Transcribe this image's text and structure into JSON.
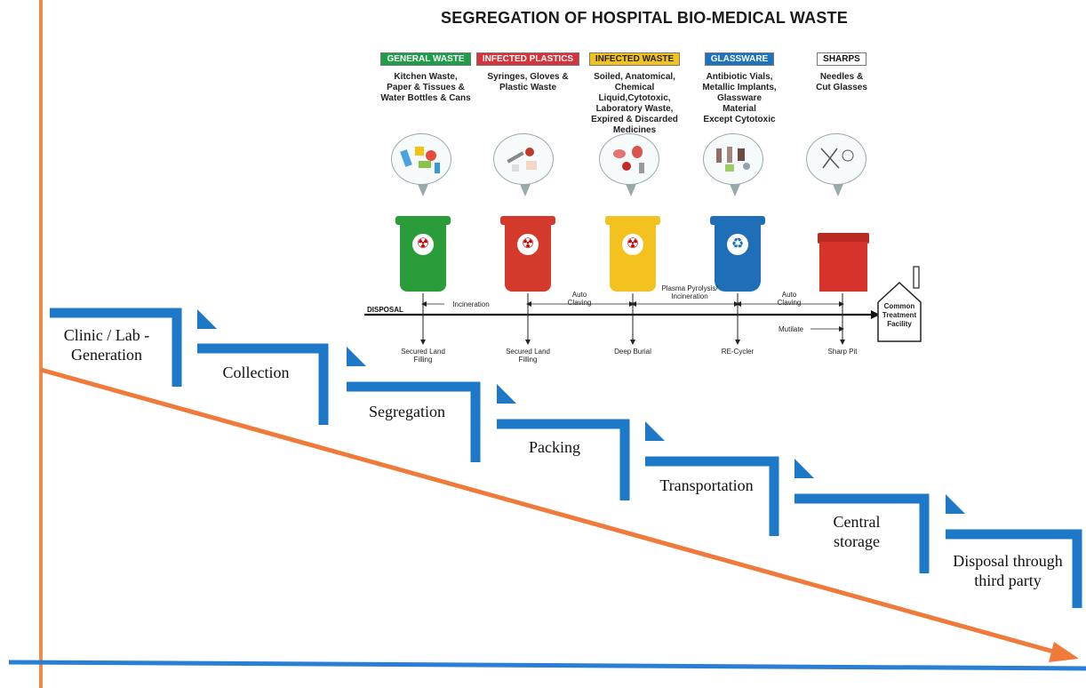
{
  "title": "SEGREGATION OF HOSPITAL BIO-MEDICAL WASTE",
  "categories": [
    {
      "label": "GENERAL WASTE",
      "color": "#1d9e49",
      "desc_lines": [
        "Kitchen Waste,",
        "Paper & Tissues &",
        "Water Bottles & Cans"
      ]
    },
    {
      "label": "INFECTED PLASTICS",
      "color": "#d8323a",
      "desc_lines": [
        "Syringes, Gloves &",
        "Plastic Waste"
      ]
    },
    {
      "label": "INFECTED WASTE",
      "color": "#f2c31c",
      "desc_lines": [
        "Soiled, Anatomical,",
        "Chemical Liquid,Cytotoxic,",
        "Laboratory Waste,",
        "Expired & Discarded",
        "Medicines"
      ]
    },
    {
      "label": "GLASSWARE",
      "color": "#1e73be",
      "desc_lines": [
        "Antibiotic Vials,",
        "Metallic Implants,",
        "Glassware",
        "Material",
        "Except Cytotoxic"
      ]
    },
    {
      "label": "SHARPS",
      "color": "#ffffff",
      "desc_lines": [
        "Needles &",
        "Cut Glasses"
      ]
    }
  ],
  "bin_colors": [
    "#2a9d3a",
    "#d33a2c",
    "#f4c21e",
    "#1f6fb8",
    "#d7322b"
  ],
  "disposal": {
    "label": "DISPOSAL",
    "methods": [
      "Incineration",
      "Auto Claving",
      "Plasma Pyrolysis/ Incineration",
      "Auto Claving",
      "Mutilate"
    ],
    "destinations": [
      "Secured Land Filling",
      "Secured Land Filling",
      "Deep Burial",
      "RE-Cycler",
      "Sharp Pit"
    ],
    "facility": "Common Treatment Facility"
  },
  "steps": [
    "Clinic / Lab - Generation",
    "Collection",
    "Segregation",
    "Packing",
    "Transportation",
    "Central storage",
    "Disposal through third party"
  ],
  "colors": {
    "stair": "#1e78c8",
    "arrow": "#ef7a3a",
    "axis_v": "#ef8a4a",
    "axis_h": "#2a7fd4"
  }
}
